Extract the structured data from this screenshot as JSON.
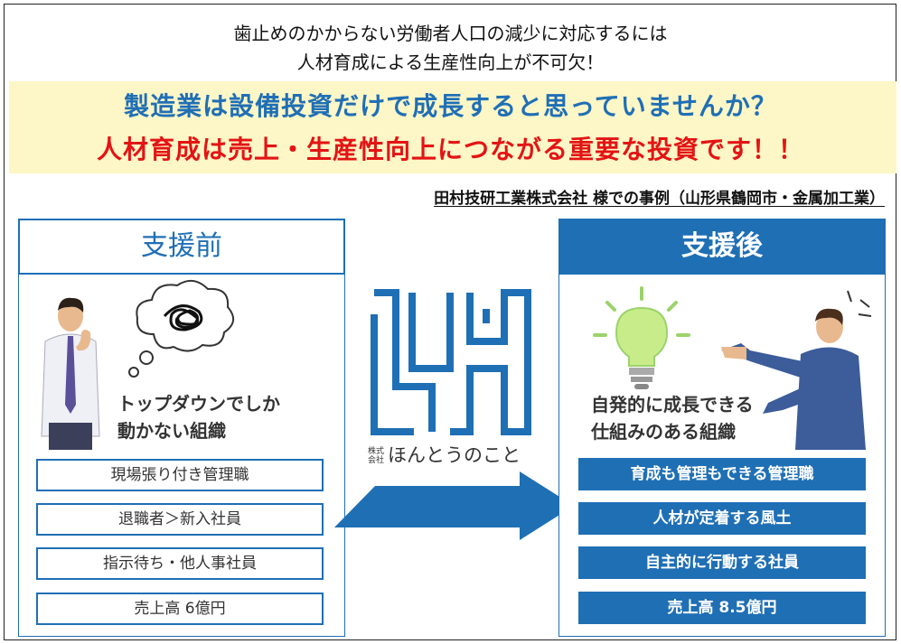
{
  "intro": {
    "line1": "歯止めのかからない労働者人口の減少に対応するには",
    "line2": "人材育成による生産性向上が不可欠！"
  },
  "headline": {
    "blue": "製造業は設備投資だけで成長すると思っていませんか？",
    "red": "人材育成は売上・生産性向上につながる重要な投資です！！"
  },
  "case_label": "田村技研工業株式会社 様での事例（山形県鶴岡市・金属加工業）",
  "before": {
    "title": "支援前",
    "desc_line1": "トップダウンでしか",
    "desc_line2": "動かない組織",
    "items": [
      "現場張り付き管理職",
      "退職者＞新入社員",
      "指示待ち・他人事社員",
      "売上高 6億円"
    ]
  },
  "after": {
    "title": "支援後",
    "desc_line1": "自発的に成長できる",
    "desc_line2": "仕組みのある組織",
    "items": [
      "育成も管理もできる管理職",
      "人材が定着する風土",
      "自主的に行動する社員",
      "売上高 8.5億円"
    ]
  },
  "logo": {
    "small": "株式会社",
    "name": "ほんとうのこと"
  },
  "colors": {
    "brand_blue": "#1f6fb5",
    "headline_red": "#e31414",
    "banner_yellow": "#fdf6c6"
  }
}
